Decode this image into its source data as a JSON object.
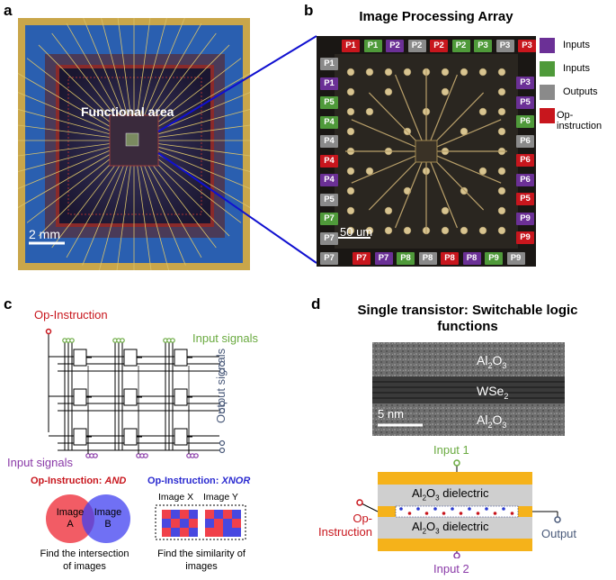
{
  "panel_a": {
    "letter": "a",
    "functional_area": "Functional area",
    "scale_bar": "2 mm"
  },
  "panel_b": {
    "letter": "b",
    "title": "Image Processing Array",
    "scale_bar": "50 um",
    "colors": {
      "red": "#c8161d",
      "green": "#4f9a3a",
      "gray": "#8a8a8a",
      "purple": "#6b3096"
    },
    "top_pins": [
      {
        "label": "P1",
        "color": "red"
      },
      {
        "label": "P1",
        "color": "green"
      },
      {
        "label": "P2",
        "color": "purple"
      },
      {
        "label": "P2",
        "color": "gray"
      },
      {
        "label": "P2",
        "color": "red"
      },
      {
        "label": "P2",
        "color": "green"
      },
      {
        "label": "P3",
        "color": "green"
      },
      {
        "label": "P3",
        "color": "gray"
      },
      {
        "label": "P3",
        "color": "red"
      }
    ],
    "left_pins": [
      {
        "label": "P1",
        "color": "gray"
      },
      {
        "label": "P1",
        "color": "purple"
      },
      {
        "label": "P5",
        "color": "green"
      },
      {
        "label": "P4",
        "color": "green"
      },
      {
        "label": "P4",
        "color": "gray"
      },
      {
        "label": "P4",
        "color": "red"
      },
      {
        "label": "P4",
        "color": "purple"
      },
      {
        "label": "P5",
        "color": "gray"
      },
      {
        "label": "P7",
        "color": "green"
      },
      {
        "label": "P7",
        "color": "gray"
      }
    ],
    "right_pins": [
      {
        "label": "P3",
        "color": "purple"
      },
      {
        "label": "P5",
        "color": "purple"
      },
      {
        "label": "P6",
        "color": "green"
      },
      {
        "label": "P6",
        "color": "gray"
      },
      {
        "label": "P6",
        "color": "red"
      },
      {
        "label": "P6",
        "color": "purple"
      },
      {
        "label": "P5",
        "color": "red"
      },
      {
        "label": "P9",
        "color": "purple"
      },
      {
        "label": "P9",
        "color": "red"
      }
    ],
    "bottom_pins": [
      {
        "label": "P7",
        "color": "red"
      },
      {
        "label": "P7",
        "color": "purple"
      },
      {
        "label": "P8",
        "color": "green"
      },
      {
        "label": "P8",
        "color": "gray"
      },
      {
        "label": "P8",
        "color": "red"
      },
      {
        "label": "P8",
        "color": "purple"
      },
      {
        "label": "P9",
        "color": "green"
      },
      {
        "label": "P9",
        "color": "gray"
      }
    ],
    "legend": [
      {
        "label": "Inputs",
        "color": "purple"
      },
      {
        "label": "Inputs",
        "color": "green"
      },
      {
        "label": "Outputs",
        "color": "gray"
      },
      {
        "label": "Op-instruction",
        "color": "red"
      }
    ]
  },
  "panel_c": {
    "letter": "c",
    "op_instruction": "Op-Instruction",
    "input_signals_top": "Input signals",
    "output_signals": "Output signals",
    "input_signals_bottom": "Input signals",
    "and_label_prefix": "Op-Instruction: ",
    "and_label_op": "AND",
    "xnor_label_prefix": "Op-Instruction: ",
    "xnor_label_op": "XNOR",
    "venn_a_line1": "Image",
    "venn_a_line2": "A",
    "venn_b_line1": "Image",
    "venn_b_line2": "B",
    "image_x": "Image X",
    "image_y": "Image Y",
    "caption_left_line1": "Find the intersection",
    "caption_left_line2": "of images",
    "caption_right_line1": "Find the similarity of",
    "caption_right_line2": "images"
  },
  "panel_d": {
    "letter": "d",
    "title_line1": "Single transistor: Switchable logic",
    "title_line2": "functions",
    "tem_layers": [
      {
        "base": "Al",
        "sub1": "2",
        "mid": "O",
        "sub2": "3"
      },
      {
        "base": "WSe",
        "sub1": "2",
        "mid": "",
        "sub2": ""
      },
      {
        "base": "Al",
        "sub1": "2",
        "mid": "O",
        "sub2": "3"
      }
    ],
    "tem_scale": "5 nm",
    "input1": "Input 1",
    "input2": "Input 2",
    "op_line1": "Op-",
    "op_line2": "Instruction",
    "output": "Output",
    "dielectric_top": "dielectric",
    "dielectric_bottom": "dielectric"
  }
}
